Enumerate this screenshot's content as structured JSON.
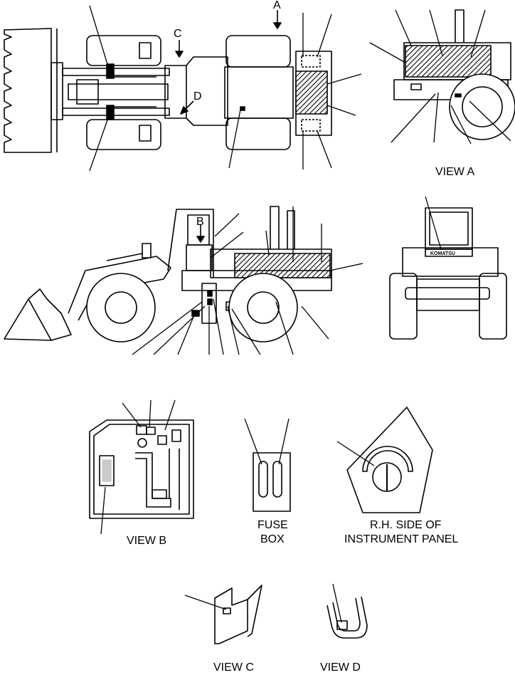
{
  "view_arrows": {
    "a": "A",
    "b": "B",
    "c": "C",
    "d": "D"
  },
  "captions": {
    "view_a": "VIEW A",
    "view_b": "VIEW B",
    "view_c": "VIEW C",
    "view_d": "VIEW D",
    "fuse_box_line1": "FUSE",
    "fuse_box_line2": "BOX",
    "rh_side_line1": "R.H. SIDE OF",
    "rh_side_line2": "INSTRUMENT PANEL"
  },
  "brand_plate": "KOMATSU",
  "colors": {
    "ink": "#000000",
    "paper": "#ffffff"
  }
}
